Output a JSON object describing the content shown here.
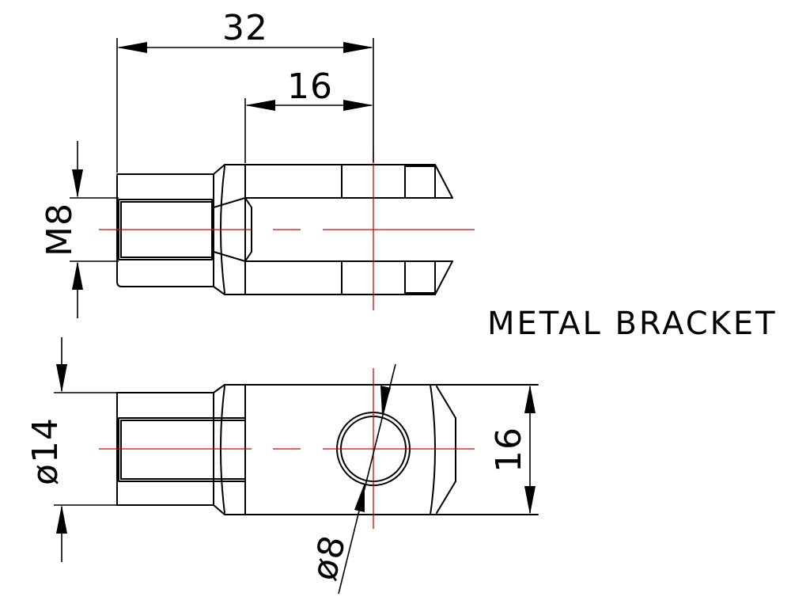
{
  "drawing": {
    "title": "METAL BRACKET",
    "dimensions": {
      "overall_length": "32",
      "slot_to_hole": "16",
      "thread": "M8",
      "body_diameter": "ø14",
      "width": "16",
      "hole_diameter": "ø8"
    },
    "colors": {
      "outline": "#000000",
      "centerline": "#e00000",
      "background": "#ffffff"
    }
  }
}
